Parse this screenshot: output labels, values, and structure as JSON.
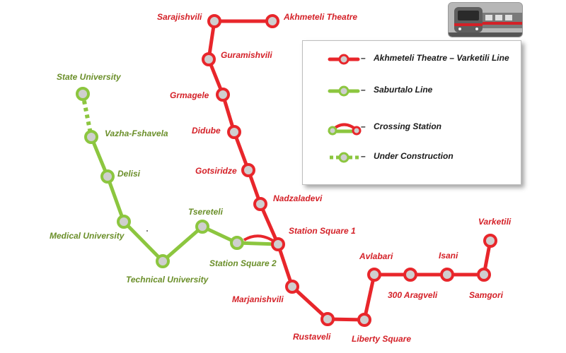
{
  "colors": {
    "red_line": "#e8262b",
    "green_line": "#8cc63f",
    "station_fill": "#cfcfcf",
    "red_text": "#d42027",
    "green_text": "#6b8f2a"
  },
  "red_line": {
    "name": "Akhmeteli Theatre – Varketili Line",
    "stations": [
      "Akhmeteli Theatre",
      "Sarajishvili",
      "Guramishvili",
      "Grmagele",
      "Didube",
      "Gotsiridze",
      "Nadzaladevi",
      "Station Square 1",
      "Marjanishvili",
      "Rustaveli",
      "Liberty Square",
      "Avlabari",
      "300 Aragveli",
      "Isani",
      "Samgori",
      "Varketili"
    ]
  },
  "green_line": {
    "name": "Saburtalo Line",
    "stations": [
      "State University",
      "Vazha-Fshavela",
      "Delisi",
      "Medical University",
      "Technical University",
      "Tsereteli",
      "Station Square 2"
    ]
  },
  "legend": {
    "items": [
      {
        "symbol": "red-line",
        "label": "Akhmeteli Theatre – Varketili Line"
      },
      {
        "symbol": "green-line",
        "label": "Saburtalo Line"
      },
      {
        "symbol": "crossing",
        "label": "Crossing Station"
      },
      {
        "symbol": "construction",
        "label": "Under Construction"
      }
    ],
    "separator": "–"
  },
  "icons": {
    "train": "metro-train-icon"
  }
}
